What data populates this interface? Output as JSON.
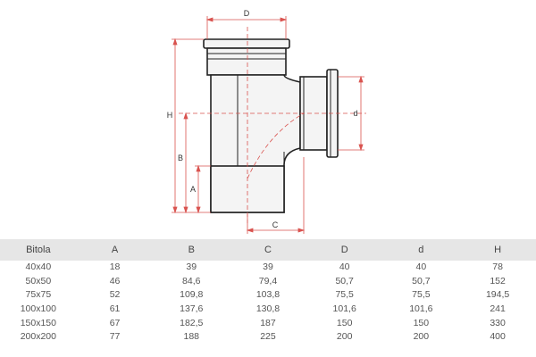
{
  "drawing": {
    "labels": {
      "D": "D",
      "H": "H",
      "B": "B",
      "A": "A",
      "C": "C",
      "d": "d"
    },
    "colors": {
      "outline": "#222222",
      "dimension": "#d9534f",
      "fill": "#f2f2f2"
    }
  },
  "table": {
    "headers": [
      "Bitola",
      "A",
      "B",
      "C",
      "D",
      "d",
      "H"
    ],
    "rows": [
      [
        "40x40",
        "18",
        "39",
        "39",
        "40",
        "40",
        "78"
      ],
      [
        "50x50",
        "46",
        "84,6",
        "79,4",
        "50,7",
        "50,7",
        "152"
      ],
      [
        "75x75",
        "52",
        "109,8",
        "103,8",
        "75,5",
        "75,5",
        "194,5"
      ],
      [
        "100x100",
        "61",
        "137,6",
        "130,8",
        "101,6",
        "101,6",
        "241"
      ],
      [
        "150x150",
        "67",
        "182,5",
        "187",
        "150",
        "150",
        "330"
      ],
      [
        "200x200",
        "77",
        "188",
        "225",
        "200",
        "200",
        "400"
      ]
    ]
  }
}
